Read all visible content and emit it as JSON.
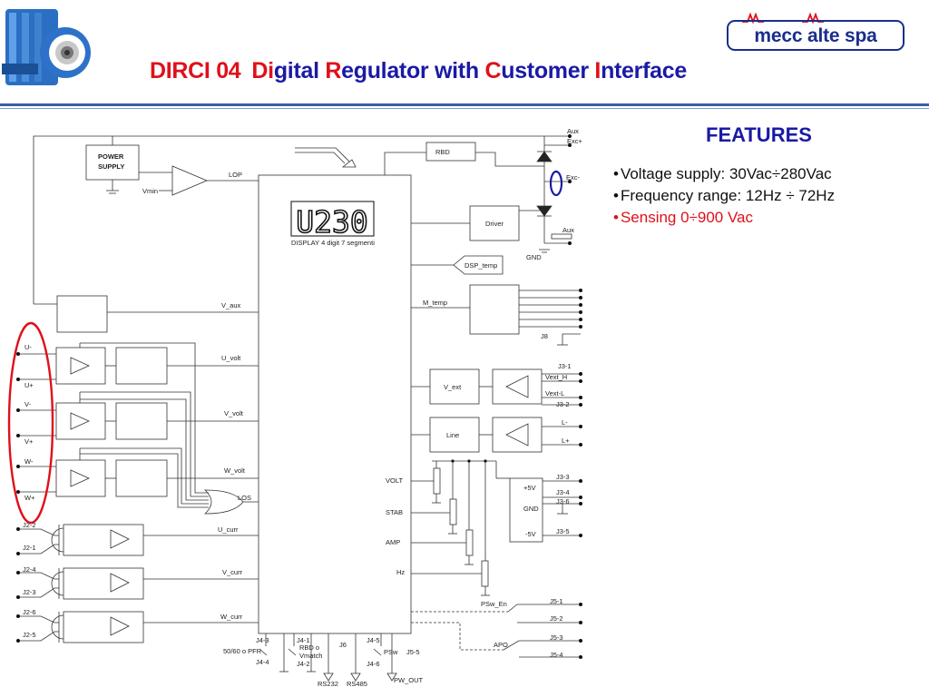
{
  "header": {
    "title_parts": [
      {
        "text": "DIRCI 04",
        "color": "red"
      },
      {
        "text": "Di",
        "color": "red"
      },
      {
        "text": "gital ",
        "color": "blue"
      },
      {
        "text": "R",
        "color": "red"
      },
      {
        "text": "egulator with ",
        "color": "blue"
      },
      {
        "text": "C",
        "color": "red"
      },
      {
        "text": "ustomer ",
        "color": "blue"
      },
      {
        "text": "I",
        "color": "red"
      },
      {
        "text": "nterface",
        "color": "blue"
      }
    ],
    "logo_text": "mecc alte spa"
  },
  "colors": {
    "title_red": "#e0101a",
    "title_blue": "#1a1aa6",
    "rule_blue": "#3a5fa8",
    "logo_blue": "#1a2e8c",
    "highlight_red": "#e0101a"
  },
  "features": {
    "title": "FEATURES",
    "items": [
      {
        "text": "Voltage supply: 30Vac÷280Vac",
        "color": "black"
      },
      {
        "text": "Frequency range: 12Hz ÷ 72Hz",
        "color": "black"
      },
      {
        "text": "Sensing 0÷900 Vac",
        "color": "red"
      }
    ]
  },
  "schematic": {
    "power_supply": "POWER",
    "power_supply_2": "SUPPLY",
    "vmin": "Vmin",
    "lop": "LOP",
    "rbd": "RBD",
    "aux": "Aux",
    "exc_plus": "Exc+",
    "exc_minus": "Exc-",
    "aux2": "Aux",
    "gnd": "GND",
    "driver": "Driver",
    "display_value": "U230",
    "display_caption": "DISPLAY 4 digit 7 segmenti",
    "dsp_temp": "DSP_temp",
    "v_aux": "V_aux",
    "m_temp": "M_temp",
    "j8": "J8",
    "u_volt": "U_volt",
    "v_volt": "V_volt",
    "w_volt": "W_volt",
    "los": "LOS",
    "u_curr": "U_curr",
    "v_curr": "V_curr",
    "w_curr": "W_curr",
    "u_minus": "U-",
    "u_plus": "U+",
    "v_minus": "V-",
    "v_plus": "V+",
    "w_minus": "W-",
    "w_plus": "W+",
    "j2_2": "J2-2",
    "j2_1": "J2-1",
    "j2_4": "J2-4",
    "j2_3": "J2-3",
    "j2_6": "J2-6",
    "j2_5": "J2-5",
    "v_ext": "V_ext",
    "line": "Line",
    "j3_1": "J3-1",
    "vext_h": "Vext_H",
    "vext_l": "Vext-L",
    "j3_2": "J3-2",
    "l_minus": "L-",
    "l_plus": "L+",
    "volt": "VOLT",
    "stab": "STAB",
    "amp": "AMP",
    "hz": "Hz",
    "plus5v": "+5V",
    "gnd2": "GND",
    "minus5v": "-5V",
    "j3_3": "J3-3",
    "j3_4": "J3-4",
    "j3_6": "J3-6",
    "j3_5": "J3-5",
    "psw_en": "PSw_En",
    "apo": "APO",
    "j5_1": "J5-1",
    "j5_2": "J5-2",
    "j5_3": "J5-3",
    "j5_4": "J5-4",
    "j4_3": "J4-3",
    "pfr": "50/60 o PFR",
    "j4_4": "J4-4",
    "j4_1": "J4-1",
    "rbd_o": "RBD o",
    "vmatch": "Vmatch",
    "j4_2": "J4-2",
    "j6": "J6",
    "j4_5": "J4-5",
    "psw": "PSw",
    "j4_6": "J4-6",
    "j5_5": "J5-5",
    "rs232": "RS232",
    "rs485": "RS485",
    "pw_out": "PW_OUT"
  }
}
